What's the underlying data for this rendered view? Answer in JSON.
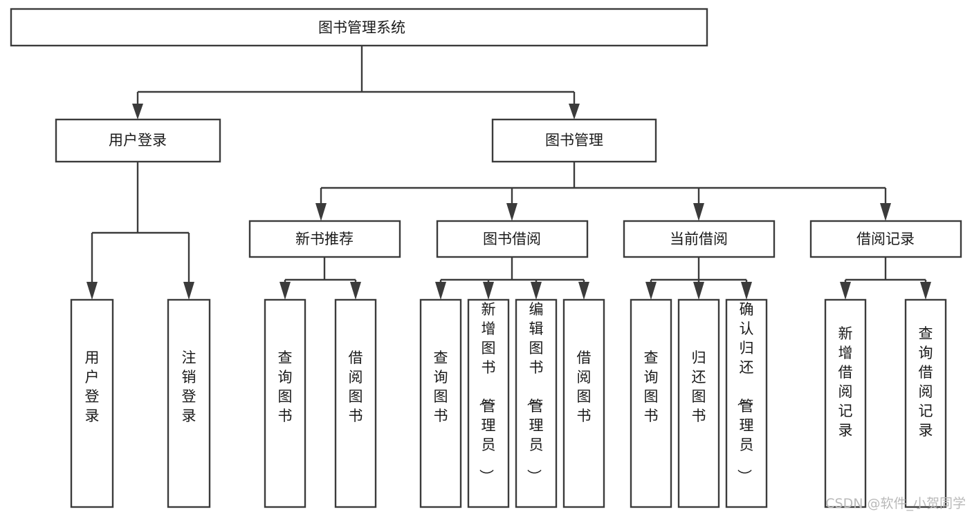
{
  "diagram": {
    "title": "图书管理系统",
    "type": "tree-hierarchy",
    "root": {
      "id": "root",
      "label": "图书管理系统",
      "orientation": "horizontal"
    },
    "level2": [
      {
        "id": "user-login",
        "label": "用户登录",
        "orientation": "horizontal"
      },
      {
        "id": "book-manage",
        "label": "图书管理",
        "orientation": "horizontal"
      }
    ],
    "level3": [
      {
        "id": "new-book-recommend",
        "label": "新书推荐",
        "orientation": "horizontal",
        "parent": "book-manage"
      },
      {
        "id": "book-borrow",
        "label": "图书借阅",
        "orientation": "horizontal",
        "parent": "book-manage"
      },
      {
        "id": "current-borrow",
        "label": "当前借阅",
        "orientation": "horizontal",
        "parent": "book-manage"
      },
      {
        "id": "borrow-record",
        "label": "借阅记录",
        "orientation": "horizontal",
        "parent": "book-manage"
      }
    ],
    "leaves": [
      {
        "id": "leaf-user-login",
        "label": "用户登录",
        "parent": "user-login",
        "orientation": "vertical"
      },
      {
        "id": "leaf-user-logout",
        "label": "注销登录",
        "parent": "user-login",
        "orientation": "vertical"
      },
      {
        "id": "leaf-query-book-1",
        "label": "查询图书",
        "parent": "new-book-recommend",
        "orientation": "vertical"
      },
      {
        "id": "leaf-borrow-book-1",
        "label": "借阅图书",
        "parent": "new-book-recommend",
        "orientation": "vertical"
      },
      {
        "id": "leaf-query-book-2",
        "label": "查询图书",
        "parent": "book-borrow",
        "orientation": "vertical"
      },
      {
        "id": "leaf-add-book",
        "label": "新增图书（管理员）",
        "parent": "book-borrow",
        "orientation": "vertical"
      },
      {
        "id": "leaf-edit-book",
        "label": "编辑图书（管理员）",
        "parent": "book-borrow",
        "orientation": "vertical"
      },
      {
        "id": "leaf-borrow-book-2",
        "label": "借阅图书",
        "parent": "book-borrow",
        "orientation": "vertical"
      },
      {
        "id": "leaf-query-book-3",
        "label": "查询图书",
        "parent": "current-borrow",
        "orientation": "vertical"
      },
      {
        "id": "leaf-return-book",
        "label": "归还图书",
        "parent": "current-borrow",
        "orientation": "vertical"
      },
      {
        "id": "leaf-confirm-return",
        "label": "确认归还（管理员）",
        "parent": "current-borrow",
        "orientation": "vertical"
      },
      {
        "id": "leaf-add-record",
        "label": "新增借阅记录",
        "parent": "borrow-record",
        "orientation": "vertical"
      },
      {
        "id": "leaf-query-record",
        "label": "查询借阅记录",
        "parent": "borrow-record",
        "orientation": "vertical"
      }
    ],
    "colors": {
      "box_stroke": "#3b3b3b",
      "box_fill": "#ffffff",
      "text": "#1a1a1a",
      "connector": "#3b3b3b",
      "background": "#ffffff",
      "watermark": "#b9b9b9"
    }
  },
  "watermark": {
    "text": "CSDN @软件_小贺同学"
  }
}
